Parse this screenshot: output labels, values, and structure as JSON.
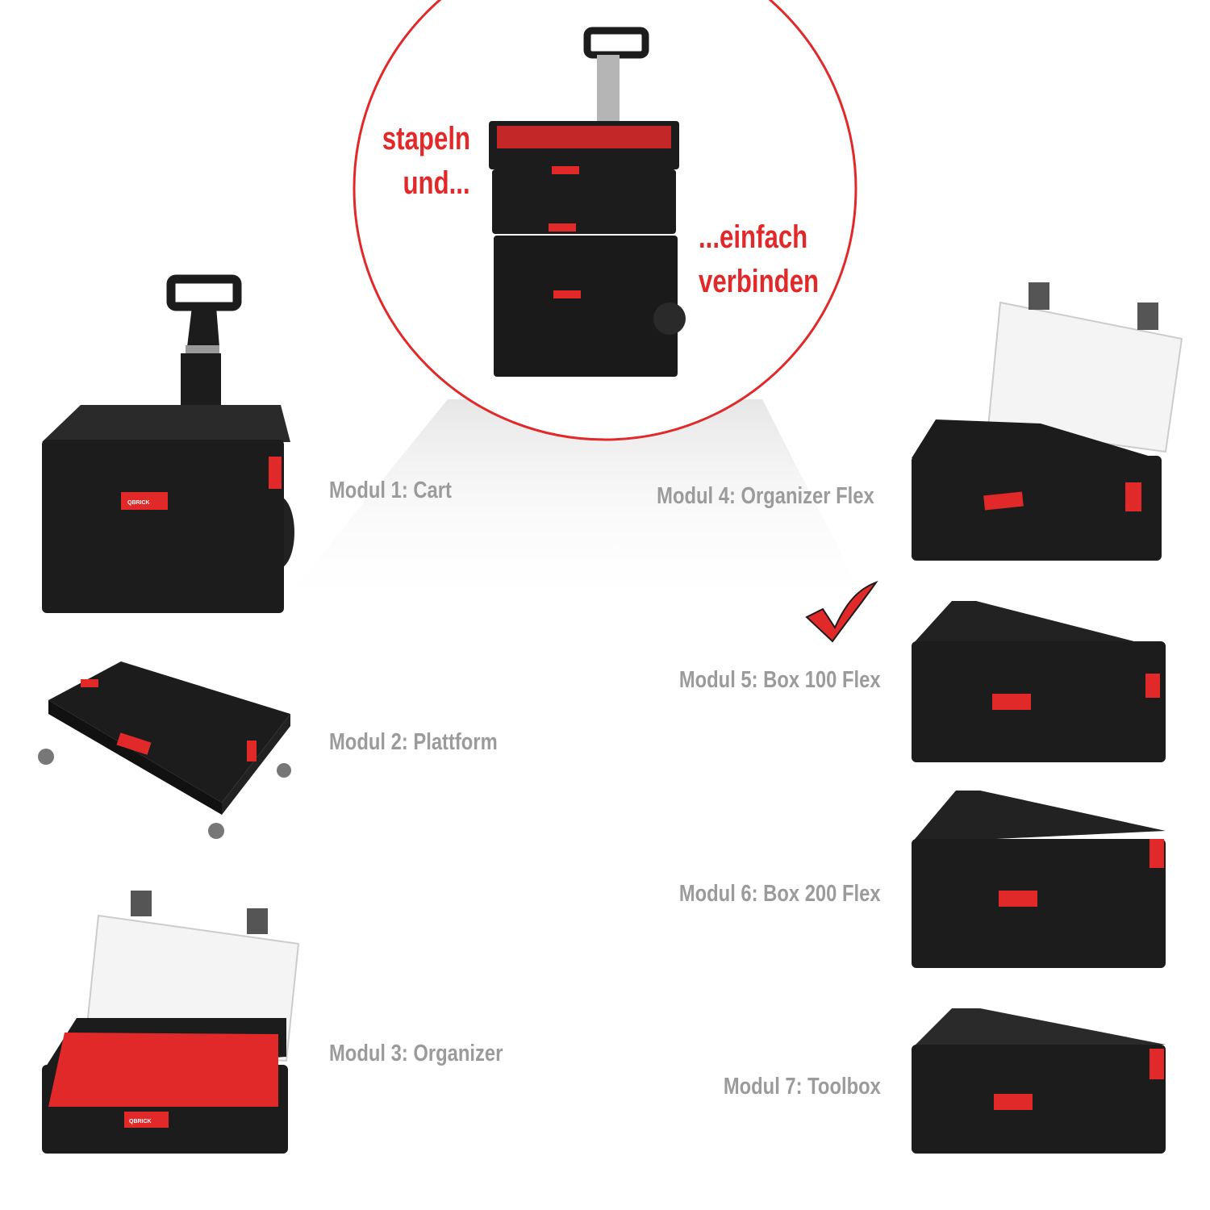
{
  "callout": {
    "left_line1": "stapeln",
    "left_line2": "und...",
    "right_line1": "...einfach",
    "right_line2": "verbinden"
  },
  "brand": "QBRICK",
  "modules": [
    {
      "label": "Modul 1: Cart"
    },
    {
      "label": "Modul 2: Plattform"
    },
    {
      "label": "Modul 3: Organizer"
    },
    {
      "label": "Modul 4: Organizer Flex"
    },
    {
      "label": "Modul 5: Box 100 Flex",
      "checked": true
    },
    {
      "label": "Modul 6: Box 200 Flex"
    },
    {
      "label": "Modul 7: Toolbox"
    }
  ],
  "colors": {
    "accent": "#e2292a",
    "label": "#9b9b9b",
    "product": "#1c1c1c"
  }
}
